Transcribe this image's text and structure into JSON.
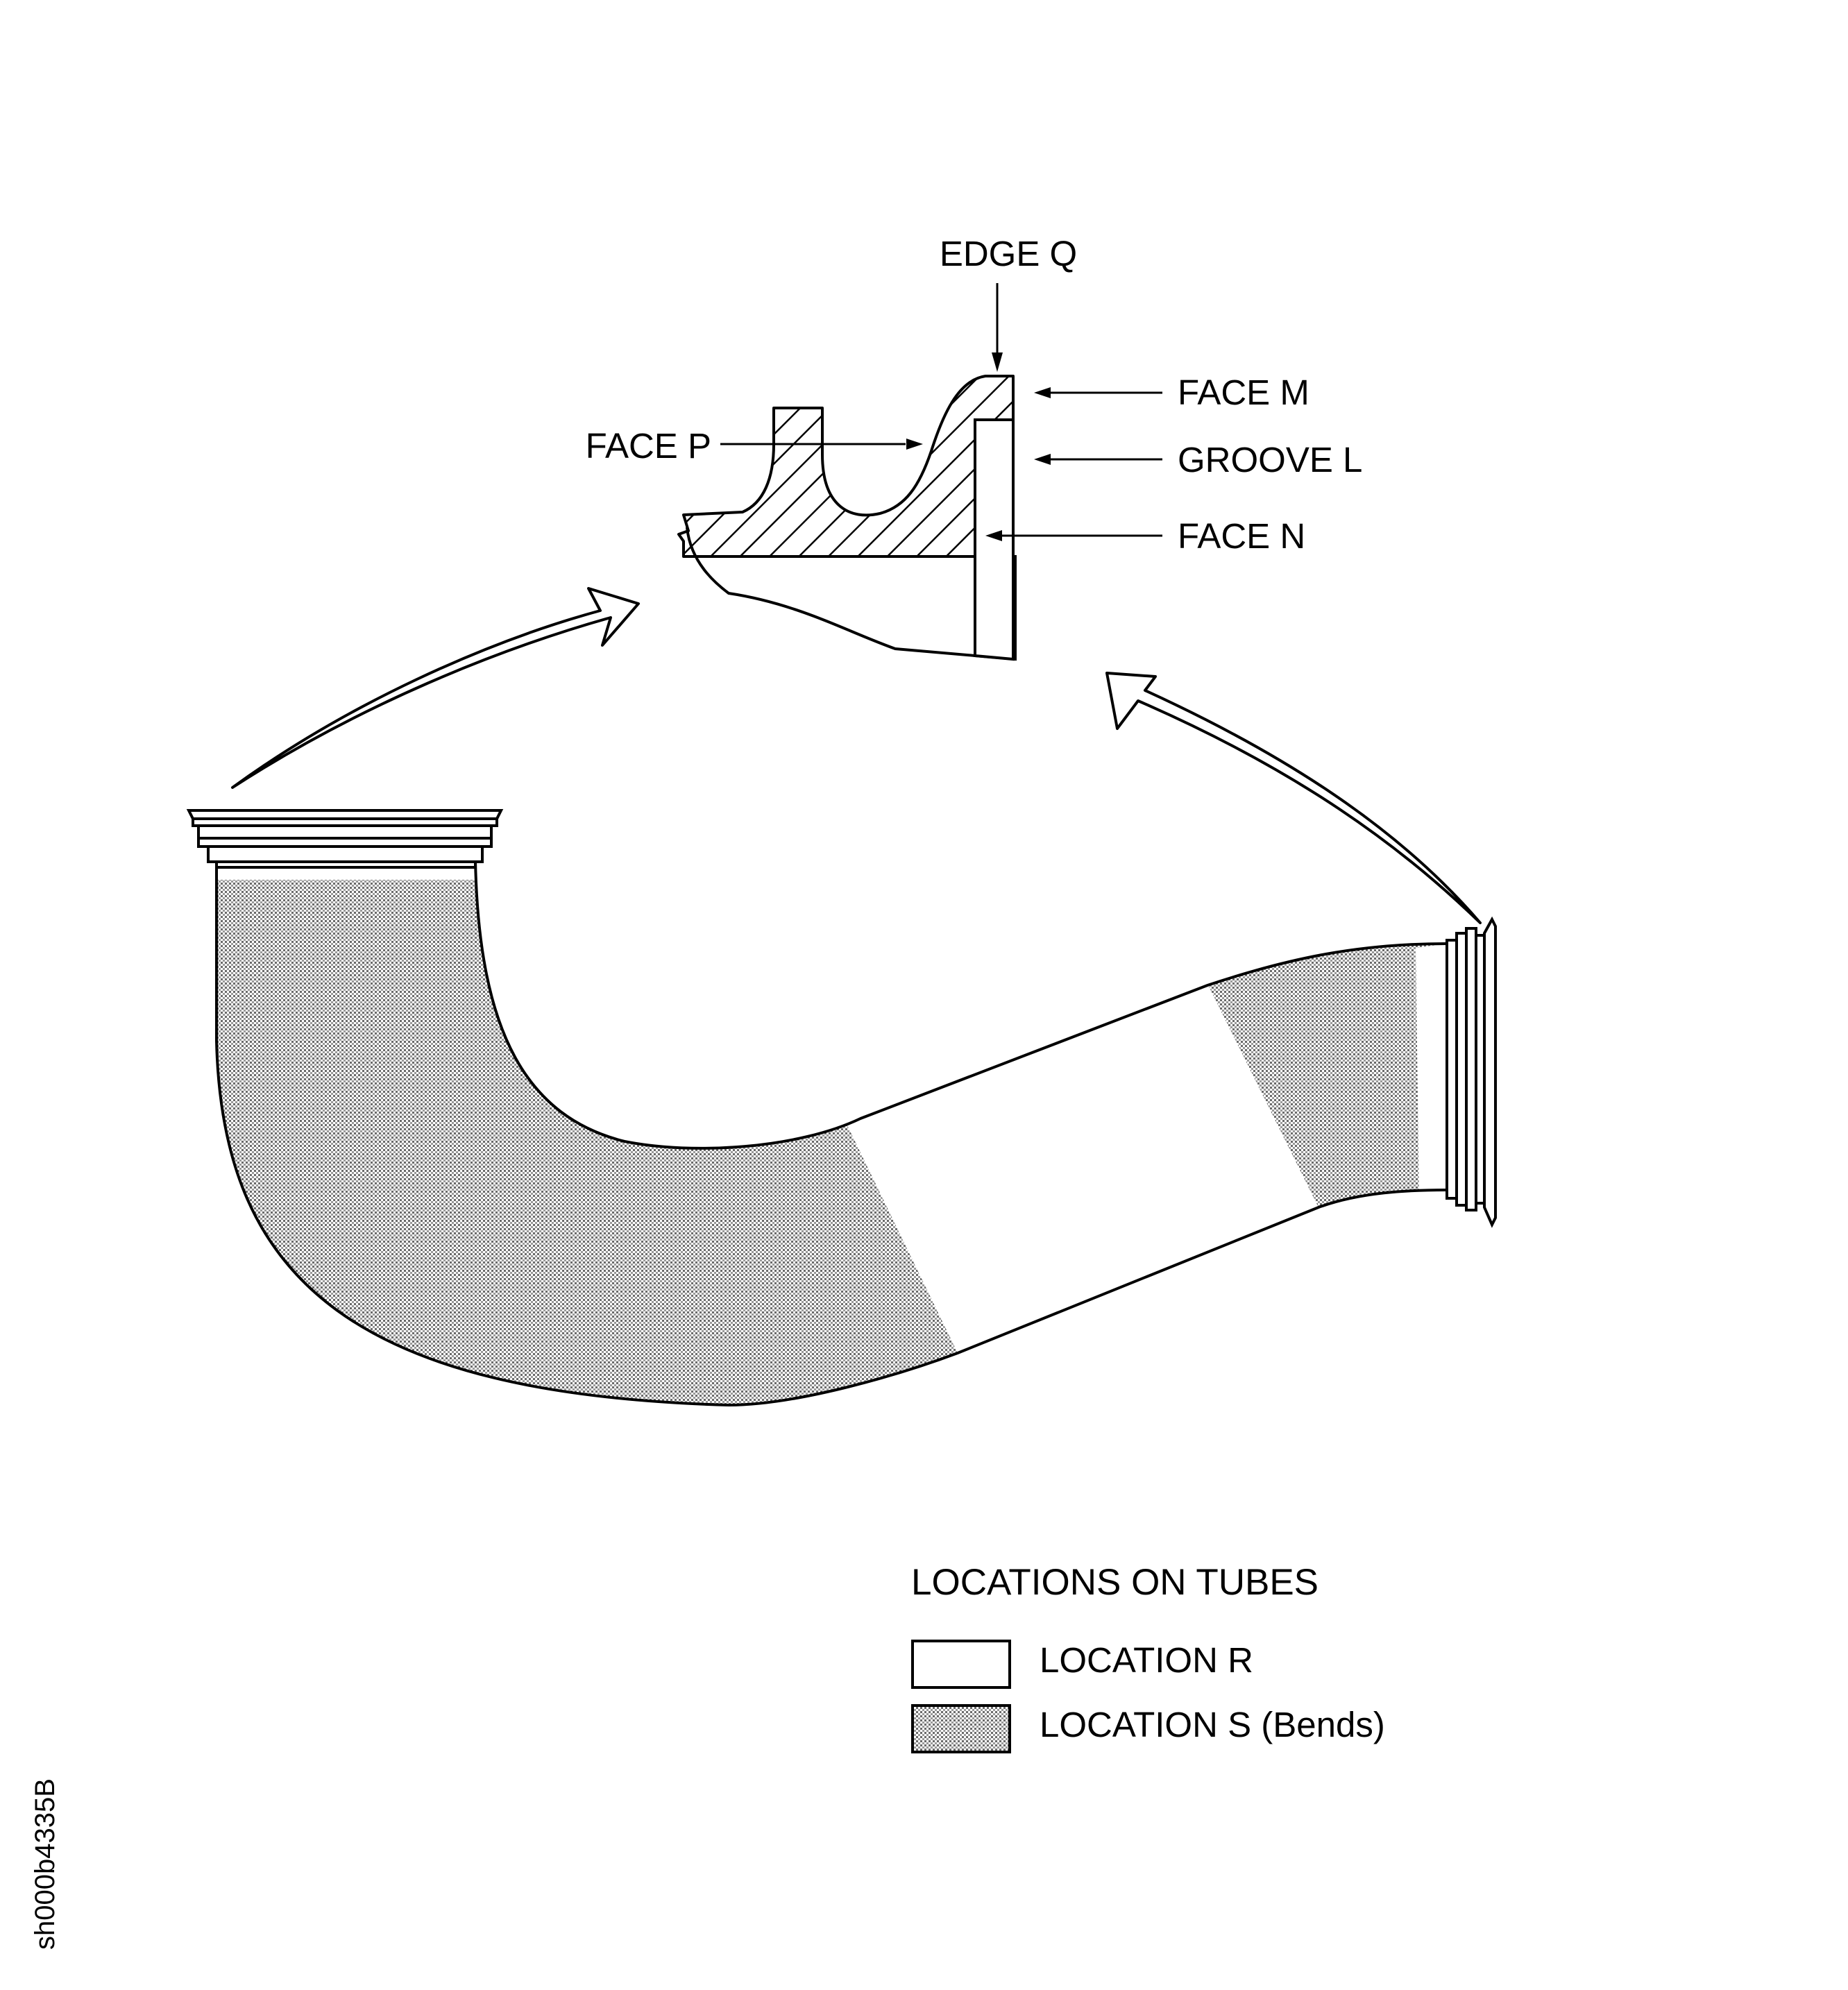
{
  "detail_labels": {
    "edge_q": "EDGE Q",
    "face_m": "FACE M",
    "groove_l": "GROOVE L",
    "face_n": "FACE N",
    "face_p": "FACE P"
  },
  "legend": {
    "title": "LOCATIONS ON TUBES",
    "items": [
      {
        "label": "LOCATION R",
        "pattern": "plain"
      },
      {
        "label": "LOCATION S (Bends)",
        "pattern": "stipple"
      }
    ]
  },
  "figure_id": "sh000b4335B",
  "colors": {
    "ink": "#000000",
    "paper": "#ffffff",
    "stipple": "#8a8a8a"
  }
}
